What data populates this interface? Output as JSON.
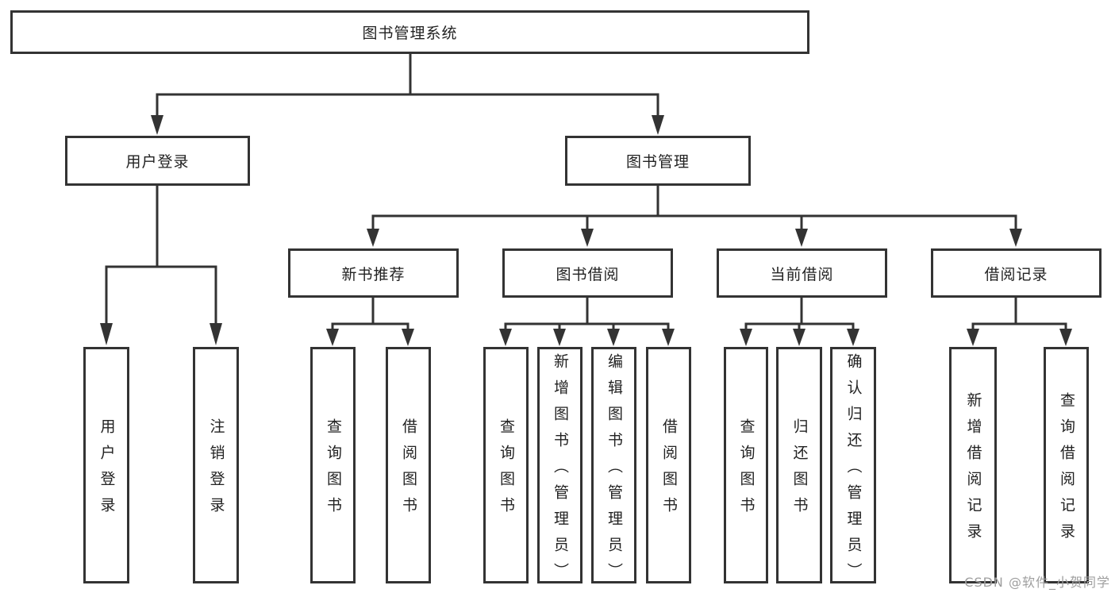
{
  "tree": {
    "label": "图书管理系统",
    "children": [
      {
        "label": "用户登录",
        "children": [
          {
            "label": "用户登录"
          },
          {
            "label": "注销登录"
          }
        ]
      },
      {
        "label": "图书管理",
        "children": [
          {
            "label": "新书推荐",
            "children": [
              {
                "label": "查询图书"
              },
              {
                "label": "借阅图书"
              }
            ]
          },
          {
            "label": "图书借阅",
            "children": [
              {
                "label": "查询图书"
              },
              {
                "label": "新增图书（管理员）"
              },
              {
                "label": "编辑图书（管理员）"
              },
              {
                "label": "借阅图书"
              }
            ]
          },
          {
            "label": "当前借阅",
            "children": [
              {
                "label": "查询图书"
              },
              {
                "label": "归还图书"
              },
              {
                "label": "确认归还（管理员）"
              }
            ]
          },
          {
            "label": "借阅记录",
            "children": [
              {
                "label": "新增借阅记录"
              },
              {
                "label": "查询借阅记录"
              }
            ]
          }
        ]
      }
    ]
  },
  "watermark": "CSDN @软件_小贺同学",
  "colors": {
    "line": "#333333",
    "box_border": "#333333",
    "text": "#222222",
    "background": "#ffffff",
    "watermark": "#9e9e9e"
  }
}
